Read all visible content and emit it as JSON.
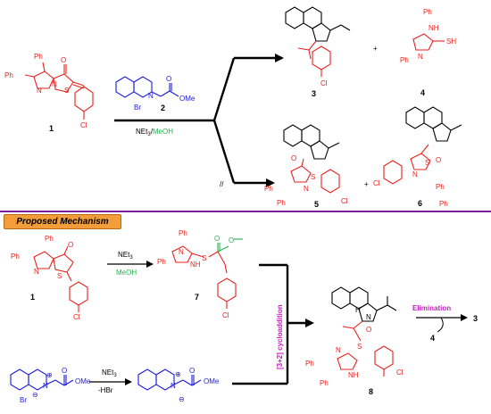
{
  "labels": {
    "c1": "1",
    "c2": "2",
    "c3": "3",
    "c4": "4",
    "c5": "5",
    "c6": "6",
    "c1b": "1",
    "c7": "7",
    "c8": "8"
  },
  "text": {
    "ph": "Ph",
    "o": "O",
    "n": "N",
    "s": "S",
    "cl": "Cl",
    "h": "H",
    "nh": "NH",
    "sh": "SH",
    "br": "Br",
    "ome": "OMe",
    "plus": "+",
    "ominus": "⊖",
    "oplus": "⊕"
  },
  "reagents": {
    "net3_top": "NEt",
    "net3_sub": "3",
    "meoh_top": "MeOH",
    "slash": "/",
    "net3_mid": "NEt",
    "meoh_mid": "MeOH",
    "net3_low": "NEt",
    "hbr": "-HBr",
    "cycloaddition": "[3+2] cycloaddition",
    "elimination": "Elimination",
    "prod3": "3",
    "prod4": "4",
    "not_formed": "//"
  },
  "mechanism_title": "Proposed Mechanism",
  "colors": {
    "red": "#e8211d",
    "blue": "#1a1ad8",
    "green": "#22b24c",
    "purple": "#7a1fa2",
    "magenta": "#c41fc0",
    "black": "#000000",
    "orange": "#f39c3a"
  }
}
